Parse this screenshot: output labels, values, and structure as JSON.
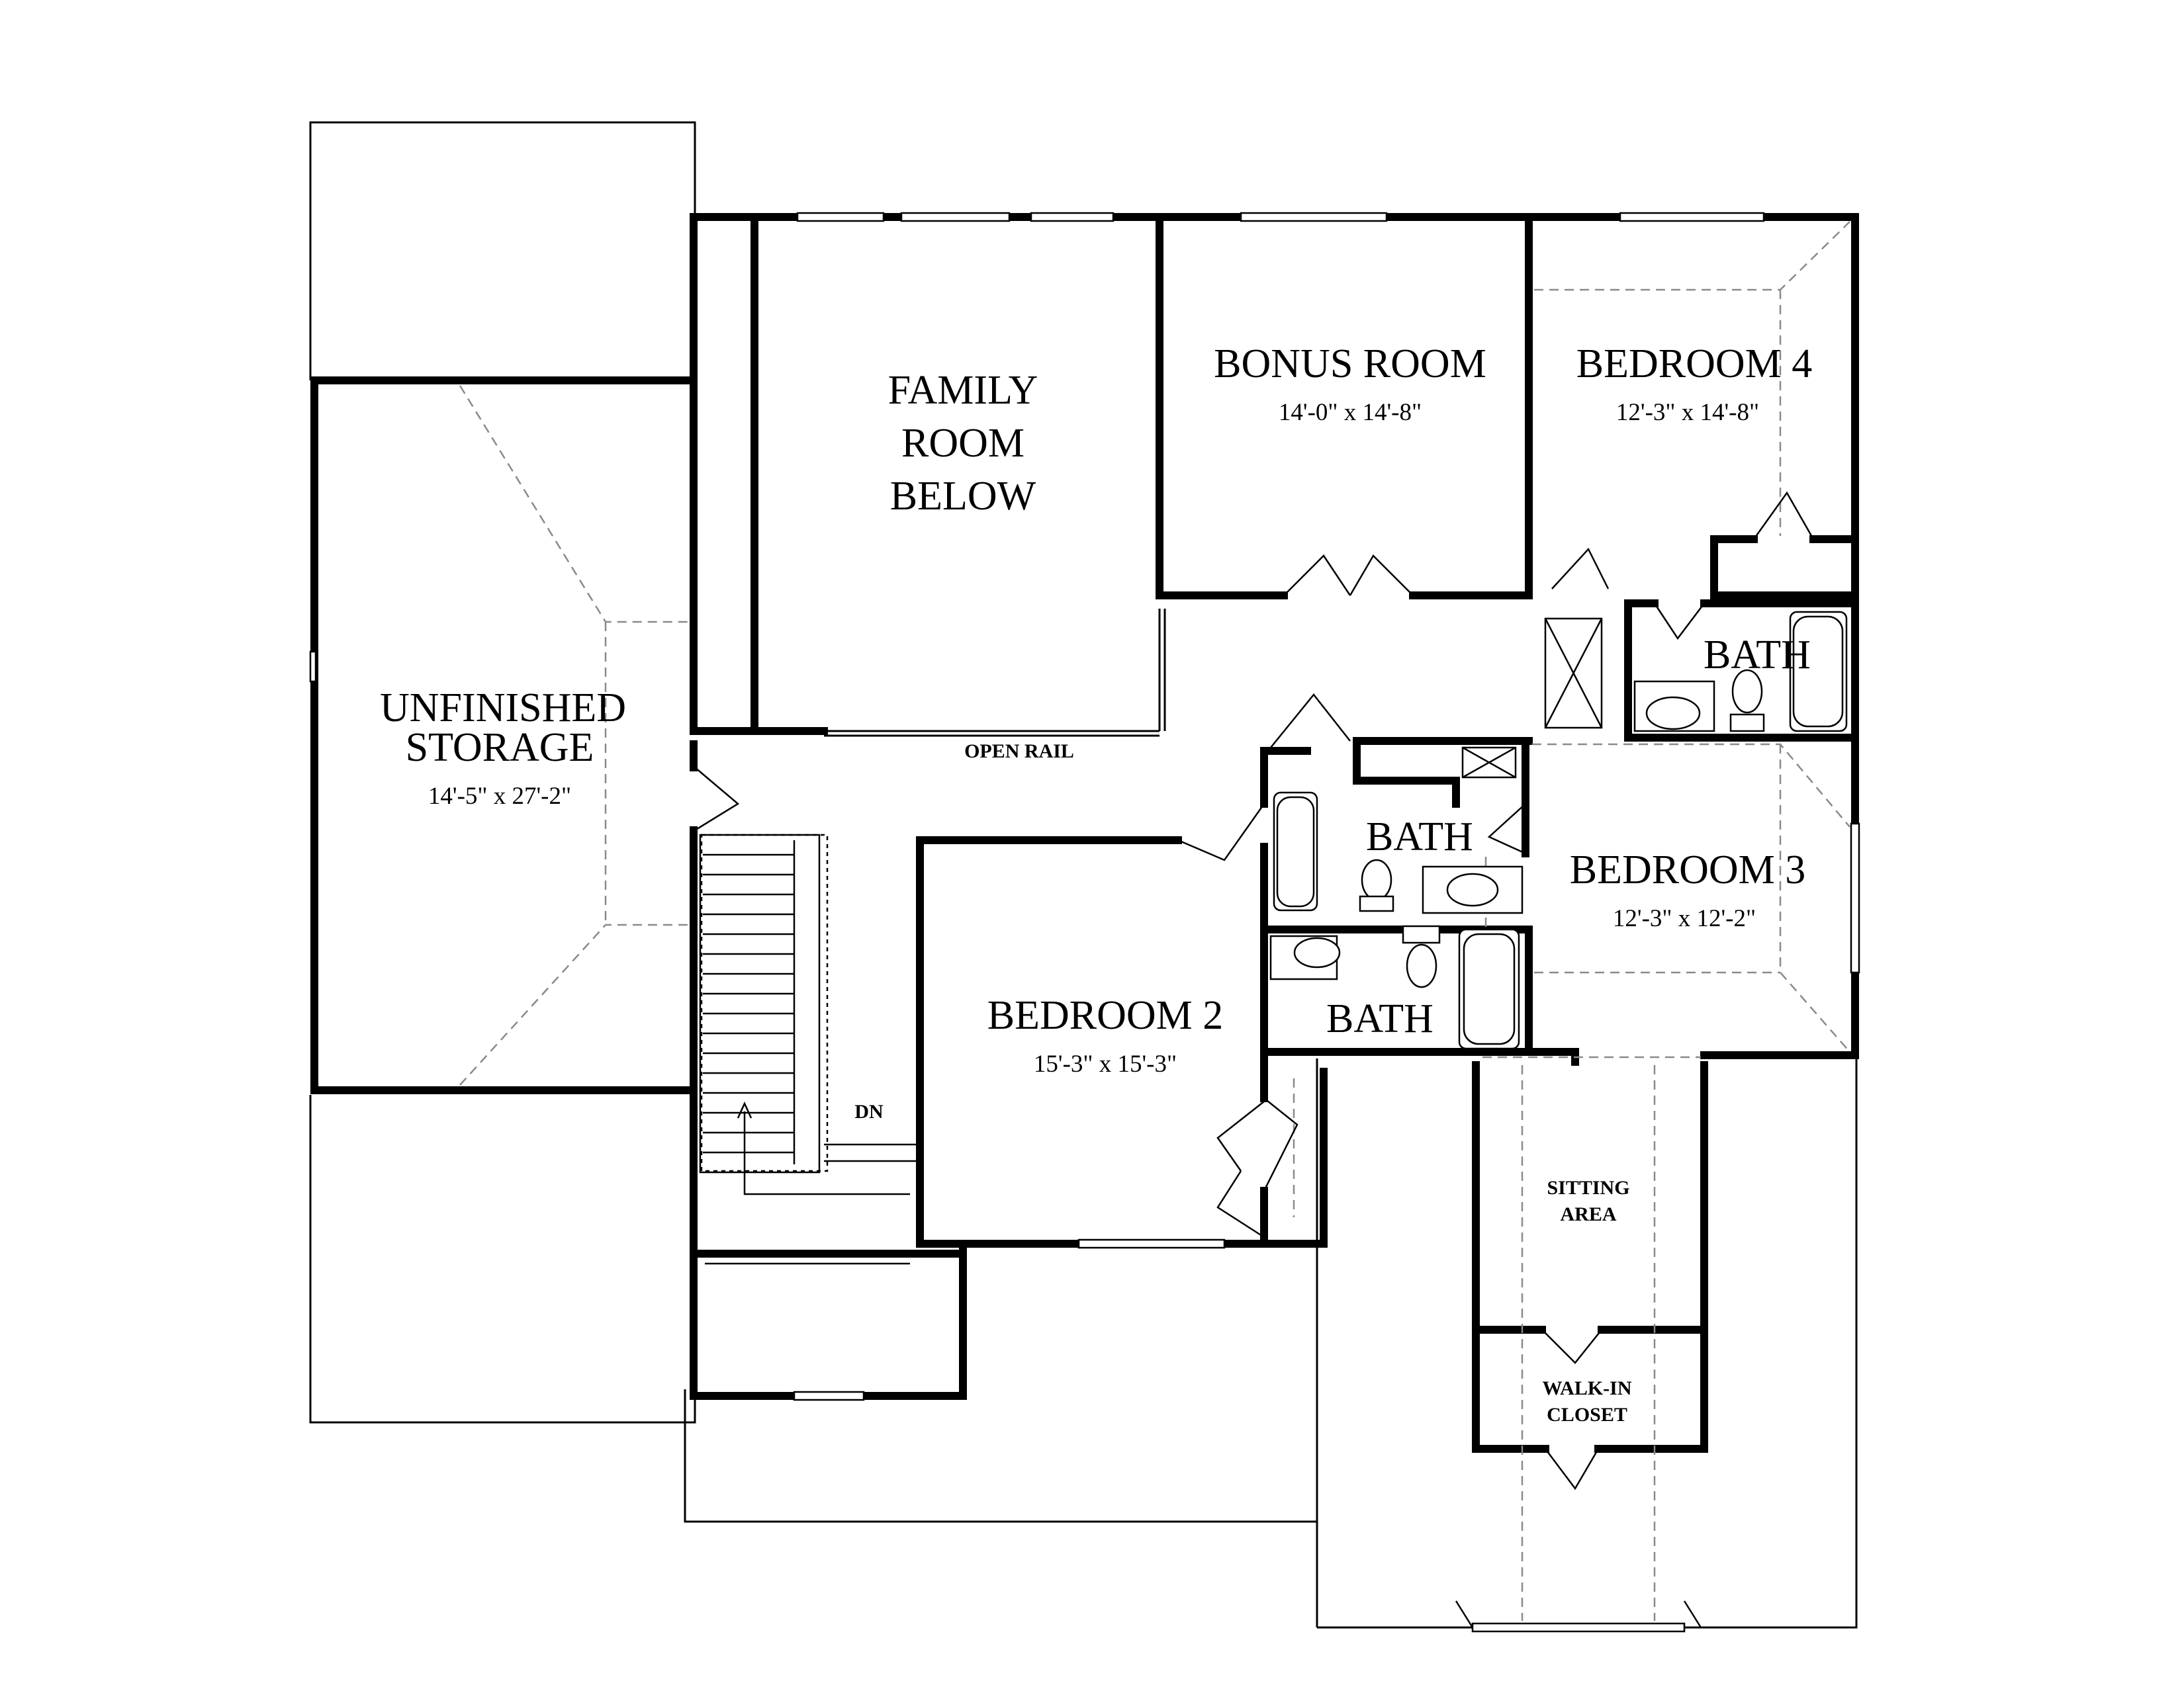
{
  "rooms": {
    "family_room": {
      "line1": "FAMILY",
      "line2": "ROOM",
      "line3": "BELOW"
    },
    "bonus_room": {
      "name": "BONUS ROOM",
      "dims": "14'-0\" x 14'-8\""
    },
    "bedroom4": {
      "name": "BEDROOM 4",
      "dims": "12'-3\" x 14'-8\""
    },
    "storage": {
      "line1": "UNFINISHED",
      "line2": "STORAGE",
      "dims": "14'-5\" x 27'-2\""
    },
    "bath1": {
      "name": "BATH"
    },
    "bath2": {
      "name": "BATH"
    },
    "bath3": {
      "name": "BATH"
    },
    "bedroom3": {
      "name": "BEDROOM 3",
      "dims": "12'-3\" x 12'-2\""
    },
    "bedroom2": {
      "name": "BEDROOM 2",
      "dims": "15'-3\" x 15'-3\""
    },
    "sitting": {
      "line1": "SITTING",
      "line2": "AREA"
    },
    "closet": {
      "line1": "WALK-IN",
      "line2": "CLOSET"
    }
  },
  "notes": {
    "open_rail": "OPEN RAIL",
    "stair_dn": "DN"
  }
}
